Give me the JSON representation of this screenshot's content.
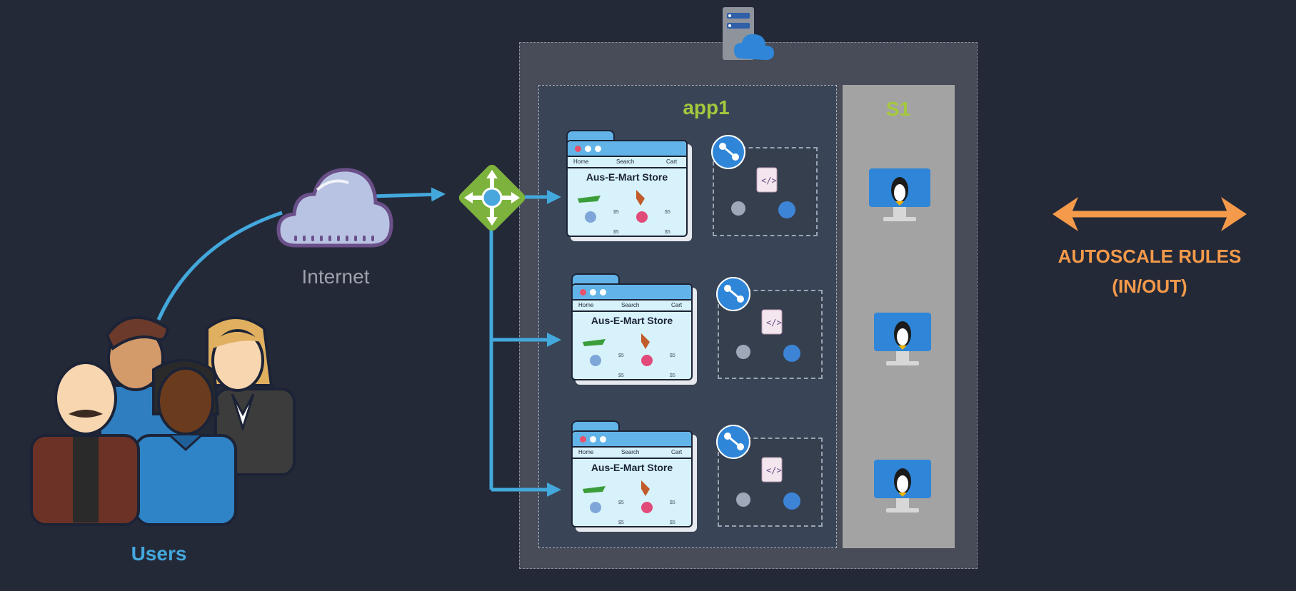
{
  "diagram": {
    "users_label": "Users",
    "internet_label": "Internet",
    "app_label": "app1",
    "plan_label": "S1",
    "autoscale_line1": "AUTOSCALE RULES",
    "autoscale_line2": "(IN/OUT)"
  },
  "instances": [
    {
      "store_name": "Aus-E-Mart Store",
      "nav_home": "Home",
      "nav_search": "Search",
      "nav_cart": "Cart",
      "price": "$5"
    },
    {
      "store_name": "Aus-E-Mart Store",
      "nav_home": "Home",
      "nav_search": "Search",
      "nav_cart": "Cart",
      "price": "$5"
    },
    {
      "store_name": "Aus-E-Mart Store",
      "nav_home": "Home",
      "nav_search": "Search",
      "nav_cart": "Cart",
      "price": "$5"
    }
  ],
  "colors": {
    "background": "#242938",
    "arrow_blue": "#43a8dc",
    "accent_green": "#a4c93c",
    "autoscale_orange": "#f49a4a",
    "plan_gray": "#a3a3a3"
  }
}
